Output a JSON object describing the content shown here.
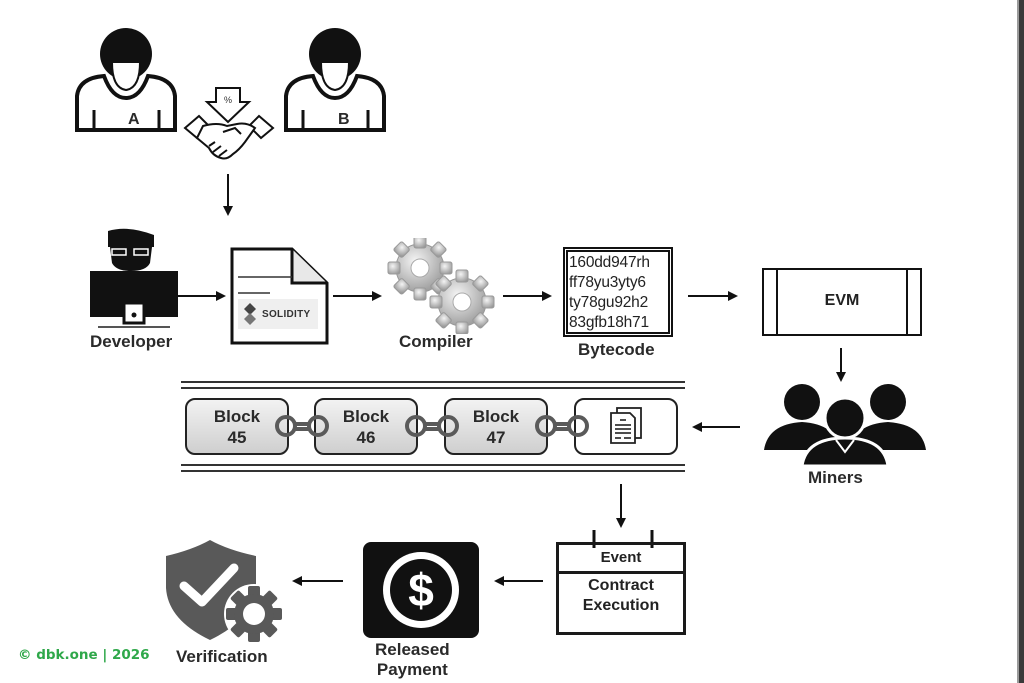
{
  "diagram": {
    "title": "Smart contract lifecycle on Ethereum",
    "parties": [
      {
        "label": "A"
      },
      {
        "label": "B"
      }
    ],
    "agreement": {
      "icon": "handshake-icon",
      "symbol": "%"
    },
    "nodes": {
      "developer": {
        "label": "Developer"
      },
      "solidity": {
        "label": "SOLIDITY"
      },
      "compiler": {
        "label": "Compiler"
      },
      "bytecode": {
        "label": "Bytecode",
        "lines": [
          "160dd947rh",
          "ff78yu3yty6",
          "ty78gu92h2",
          "83gfb18h71"
        ]
      },
      "evm": {
        "label": "EVM"
      },
      "miners": {
        "label": "Miners"
      },
      "blocks": [
        {
          "line1": "Block",
          "line2": "45"
        },
        {
          "line1": "Block",
          "line2": "46"
        },
        {
          "line1": "Block",
          "line2": "47"
        }
      ],
      "event": {
        "header": "Event",
        "line1": "Contract",
        "line2": "Execution"
      },
      "payment": {
        "line1": "Released",
        "line2": "Payment"
      },
      "verification": {
        "label": "Verification"
      }
    },
    "flow": [
      "Agreement (A,B) -> Developer",
      "Developer -> Solidity",
      "Solidity -> Compiler",
      "Compiler -> Bytecode",
      "Bytecode -> EVM",
      "EVM -> Miners",
      "Miners -> Blockchain",
      "Blockchain -> Event / Contract Execution",
      "Contract Execution -> Released Payment",
      "Released Payment -> Verification"
    ]
  },
  "footer": {
    "copyright": "© dbk.one | 2026"
  },
  "colors": {
    "copyright": "#2fa84a",
    "ink": "#111111",
    "gear_gray": "#b8b8b8",
    "shield_gray": "#5a5a5a"
  }
}
